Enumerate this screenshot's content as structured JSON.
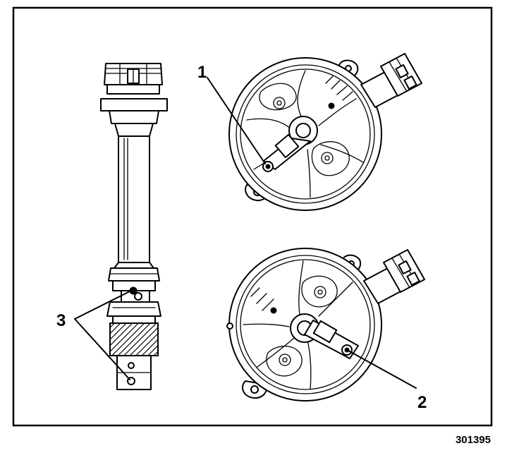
{
  "callouts": {
    "c1": "1",
    "c2": "2",
    "c3": "3"
  },
  "figure_id": "301395"
}
